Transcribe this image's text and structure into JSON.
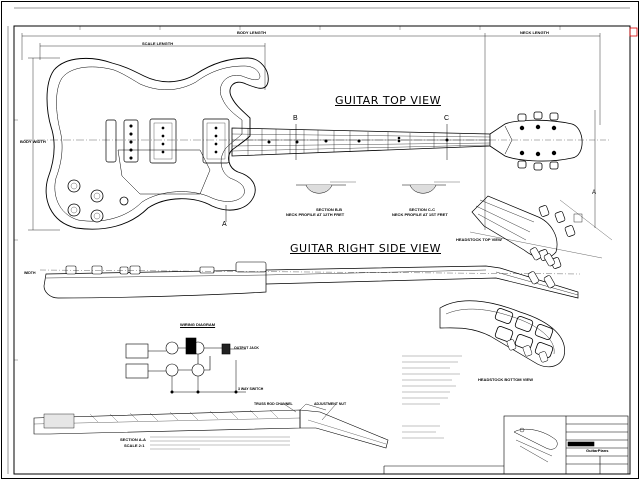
{
  "views": {
    "top_view_title": "GUITAR TOP VIEW",
    "side_view_title": "GUITAR RIGHT SIDE VIEW",
    "wiring_title": "WIRING DIAGRAM",
    "headstock_top_title": "HEADSTOCK TOP VIEW",
    "headstock_bottom_title": "HEADSTOCK BOTTOM VIEW"
  },
  "dimensions": {
    "body_length": "BODY LENGTH",
    "body_width": "BODY WIDTH",
    "scale_length": "SCALE LENGTH",
    "neck_length": "NECK LENGTH",
    "side_width": "WIDTH"
  },
  "section_marks": {
    "a": "A",
    "b": "B",
    "c": "C"
  },
  "sections": {
    "bb_title": "SECTION B-B",
    "bb_sub": "NECK PROFILE AT 12TH FRET",
    "cc_title": "SECTION C-C",
    "cc_sub": "NECK PROFILE AT 1ST FRET",
    "aa_title": "SECTION A-A",
    "aa_scale": "SCALE 2:1"
  },
  "wiring_labels": {
    "output_jack": "OUTPUT JACK",
    "pickup_switch": "3 WAY SWITCH"
  },
  "neck_labels": {
    "truss": "TRUSS ROD CHANNEL",
    "adjust": "ADJUSTMENT NUT"
  },
  "title_block": {
    "brand": "GuitarPlans"
  }
}
